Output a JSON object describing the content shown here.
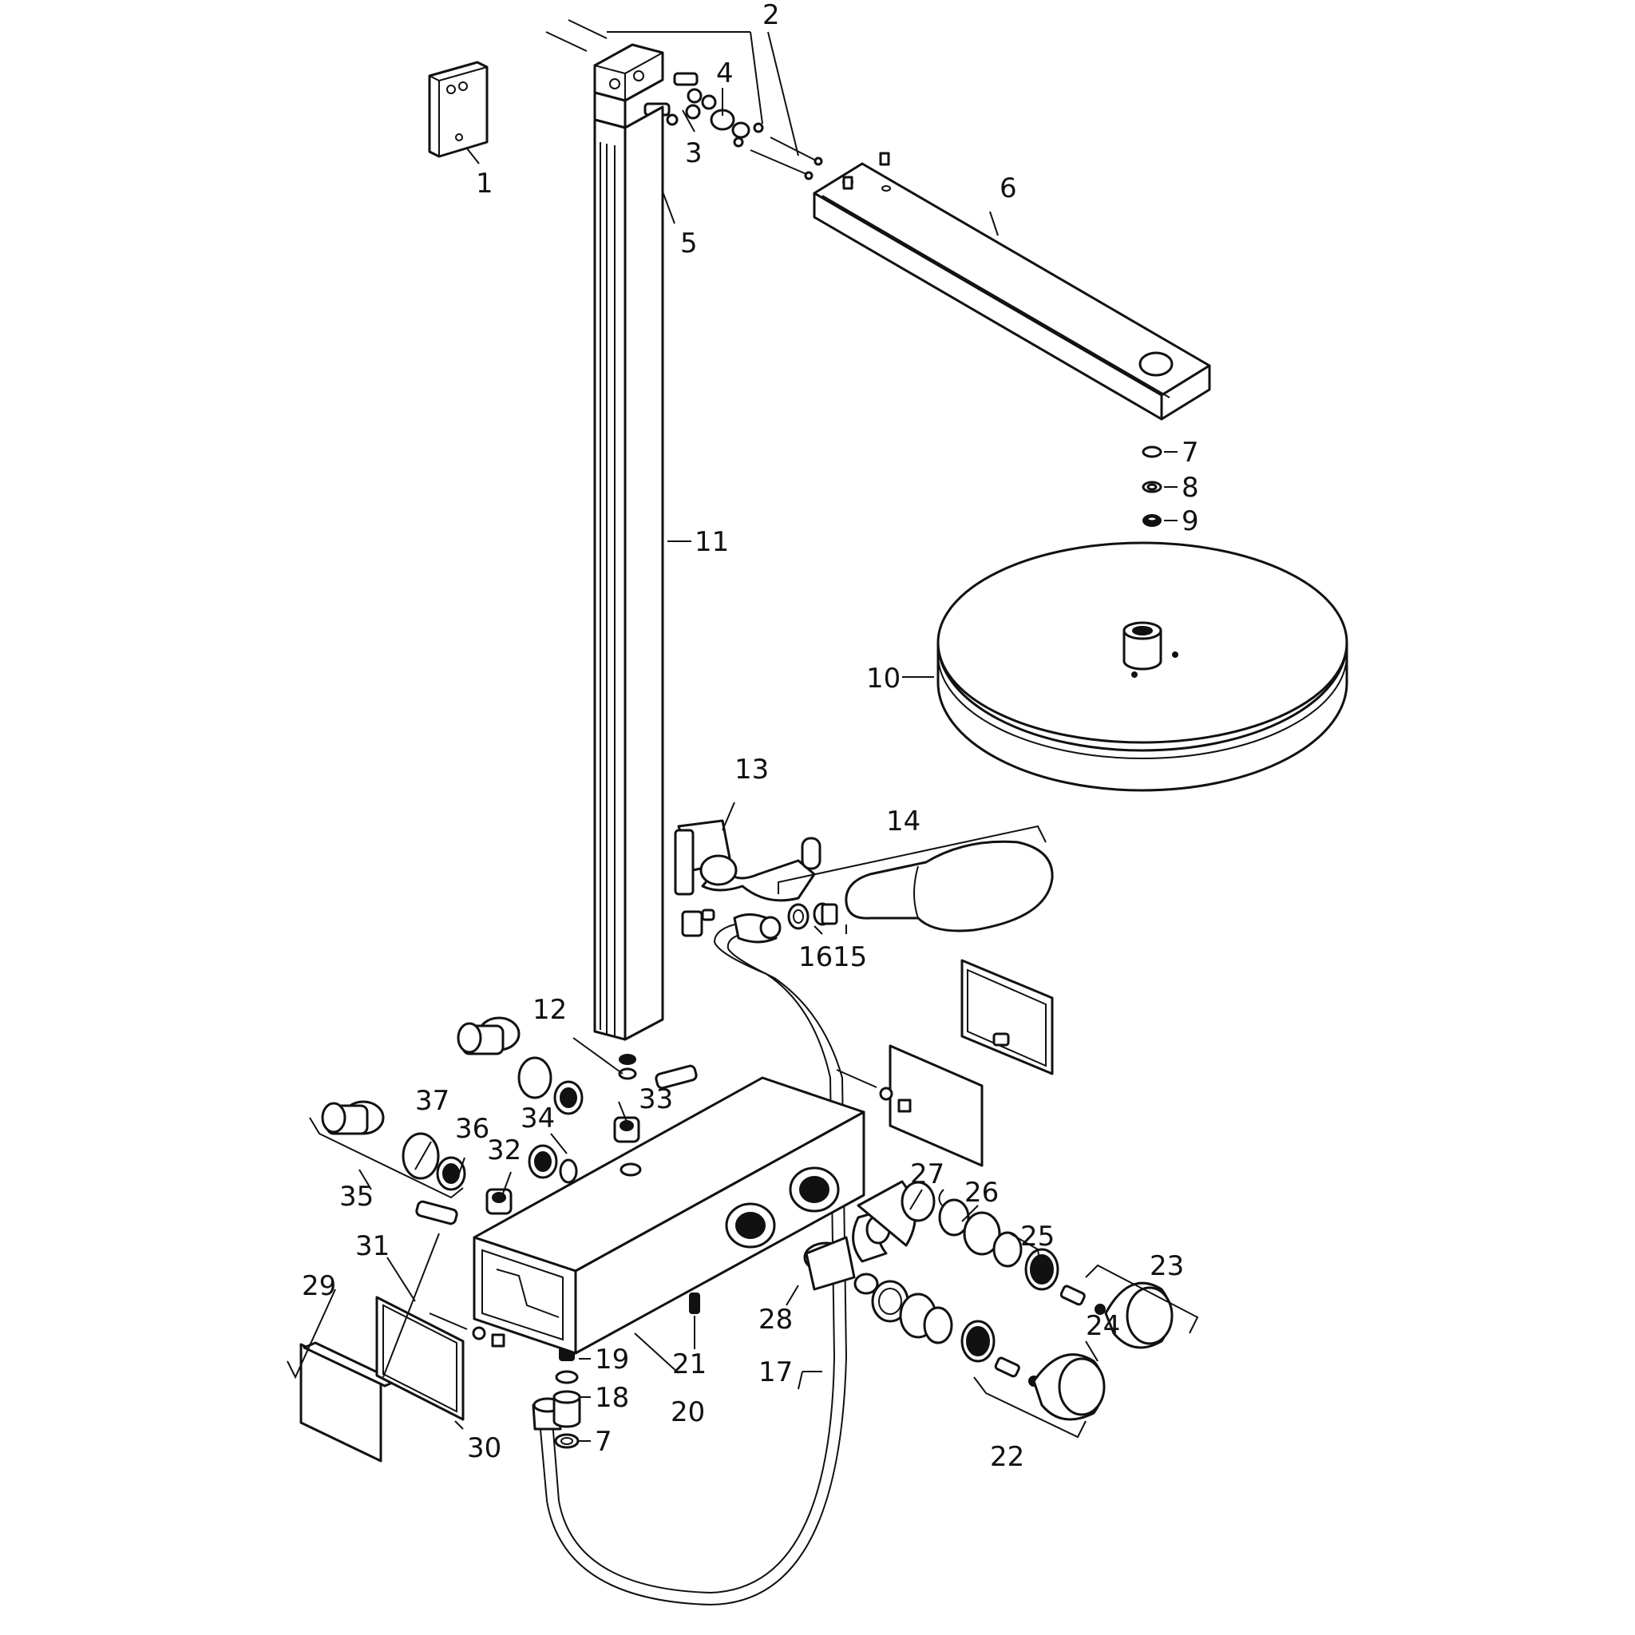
{
  "diagram": {
    "labels": {
      "l1": "1",
      "l2": "2",
      "l3": "3",
      "l4": "4",
      "l5": "5",
      "l6": "6",
      "l7a": "7",
      "l7b": "7",
      "l8": "8",
      "l9": "9",
      "l10": "10",
      "l11": "11",
      "l12": "12",
      "l13": "13",
      "l14": "14",
      "l15": "15",
      "l16": "16",
      "l17": "17",
      "l18": "18",
      "l19": "19",
      "l20": "20",
      "l21": "21",
      "l22": "22",
      "l23": "23",
      "l24": "24",
      "l25": "25",
      "l26": "26",
      "l27": "27",
      "l28": "28",
      "l29": "29",
      "l30": "30",
      "l31": "31",
      "l32": "32",
      "l33": "33",
      "l34": "34",
      "l35": "35",
      "l36": "36",
      "l37": "37"
    }
  }
}
